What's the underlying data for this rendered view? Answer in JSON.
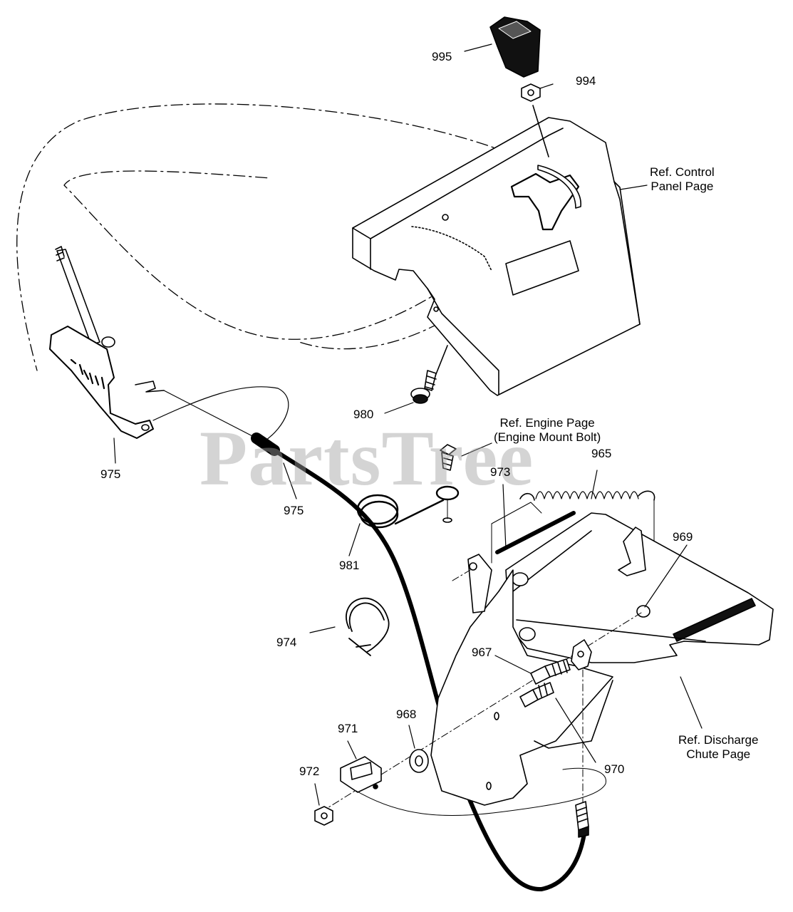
{
  "watermark": "PartsTree",
  "part_labels": {
    "p995": "995",
    "p994": "994",
    "p980": "980",
    "p975a": "975",
    "p975b": "975",
    "p981": "981",
    "p973": "973",
    "p965": "965",
    "p969": "969",
    "p974": "974",
    "p967": "967",
    "p968": "968",
    "p971": "971",
    "p972": "972",
    "p970": "970"
  },
  "references": {
    "control_panel": [
      "Ref. Control",
      "Panel Page"
    ],
    "engine": [
      "Ref. Engine Page",
      "(Engine Mount Bolt)"
    ],
    "discharge_chute": [
      "Ref. Discharge",
      "Chute Page"
    ]
  },
  "colors": {
    "line": "#000000",
    "watermark": "#a0a0a0"
  }
}
